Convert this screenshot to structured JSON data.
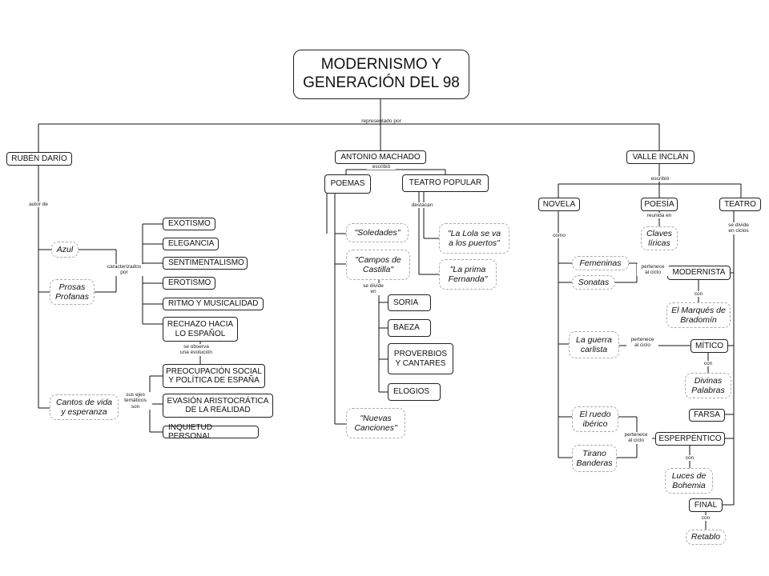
{
  "title": "MODERNISMO Y\nGENERACIÓN DEL 98",
  "link_represented": "representado por",
  "authors": {
    "dario": "RUBÉN DARÍO",
    "machado": "ANTONIO MACHADO",
    "valle": "VALLE INCLÁN"
  },
  "dario": {
    "link_author": "autor de",
    "works": [
      "Azul",
      "Prosas\nProfanas",
      "Cantos de vida\ny esperanza"
    ],
    "link_characterized": "caracterizados\npor",
    "traits": [
      "EXOTISMO",
      "ELEGANCIA",
      "SENTIMENTALISMO",
      "EROTISMO",
      "RITMO Y MUSICALIDAD",
      "RECHAZO HACIA\nLO ESPAÑOL"
    ],
    "link_evolution": "se observa\nuna evolución",
    "link_themes": "sus ejes\ntemáticos\nson",
    "themes": [
      "PREOCUPACIÓN SOCIAL\nY POLÍTICA DE ESPAÑA",
      "EVASIÓN ARISTOCRÁTICA\nDE LA REALIDAD",
      "INQUIETUD PERSONAL"
    ]
  },
  "machado": {
    "link_wrote": "escribió",
    "poems": "POEMAS",
    "theatre": "TEATRO POPULAR",
    "poem_works": [
      "\"Soledades\"",
      "\"Campos de\nCastilla\"",
      "\"Nuevas\nCanciones\""
    ],
    "link_divided": "se divide\nen",
    "castilla_parts": [
      "SORIA",
      "BAEZA",
      "PROVERBIOS\nY CANTARES",
      "ELOGIOS"
    ],
    "link_highlight": "destacan",
    "theatre_works": [
      "\"La Lola se va\na los puertos\"",
      "\"La prima\nFernanda\""
    ]
  },
  "valle": {
    "link_wrote": "escribió",
    "genres": [
      "NOVELA",
      "POESÍA",
      "TEATRO"
    ],
    "link_as": "como",
    "novels": [
      "Femeninas",
      "Sonatas",
      "La guerra\ncarlista",
      "El ruedo\nibérico",
      "Tirano\nBanderas"
    ],
    "link_gathered": "reunida en",
    "poetry_work": "Claves\nlíricas",
    "link_cycles": "se divide\nen ciclos",
    "cycles": [
      "MODERNISTA",
      "MÍTICO",
      "FARSA",
      "ESPERPÉNTICO",
      "FINAL"
    ],
    "link_belongs": "pertenece\nal ciclo",
    "link_with": "con",
    "theatre_works": [
      "El Marqués de\nBradomín",
      "Divinas\nPalabras",
      "Luces de\nBohemia",
      "Retablo"
    ]
  }
}
